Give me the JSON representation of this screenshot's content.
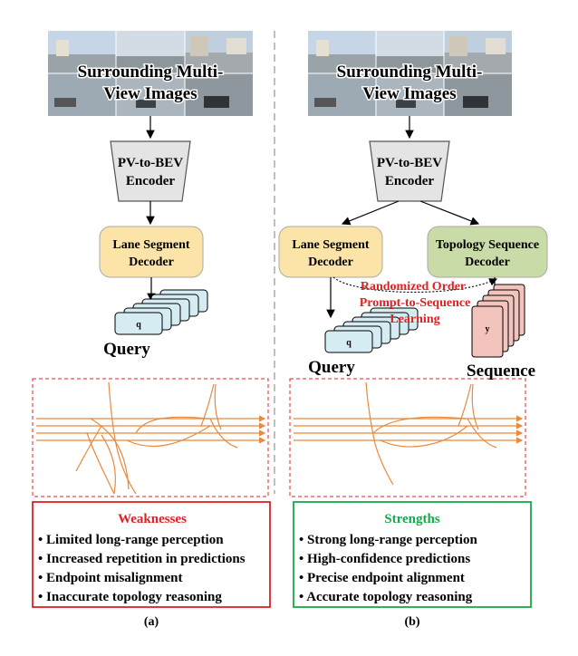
{
  "left": {
    "images_label_line1": "Surrounding Multi-",
    "images_label_line2": "View Images",
    "encoder_line1": "PV-to-BEV",
    "encoder_line2": "Encoder",
    "decoder_line1": "Lane Segment",
    "decoder_line2": "Decoder",
    "query_token": "q",
    "query_label": "Query",
    "box_title": "Weaknesses",
    "bullets": [
      "Limited long-range perception",
      "Increased repetition in predictions",
      "Endpoint misalignment",
      "Inaccurate topology reasoning"
    ],
    "caption": "(a)"
  },
  "right": {
    "images_label_line1": "Surrounding Multi-",
    "images_label_line2": "View Images",
    "encoder_line1": "PV-to-BEV",
    "encoder_line2": "Encoder",
    "decoder_line1": "Lane Segment",
    "decoder_line2": "Decoder",
    "topo_line1": "Topology Sequence",
    "topo_line2": "Decoder",
    "prompt_line1": "Randomized Order",
    "prompt_line2": "Prompt-to-Sequence",
    "prompt_line3": "Learning",
    "query_token": "q",
    "query_label": "Query",
    "seq_token": "y",
    "seq_label": "Sequence",
    "box_title": "Strengths",
    "bullets": [
      "Strong long-range perception",
      "High-confidence predictions",
      "Precise endpoint alignment",
      "Accurate topology reasoning"
    ],
    "caption": "(b)"
  },
  "colors": {
    "decoder_fill": "#fce4a8",
    "topo_fill": "#c9dba6",
    "query_fill": "#d6ecf3",
    "seq_fill": "#f3c4bd",
    "lane": "#e8893c",
    "weak_red": "#e02020",
    "strong_green": "#18a84a",
    "prompt_red": "#e02020"
  }
}
